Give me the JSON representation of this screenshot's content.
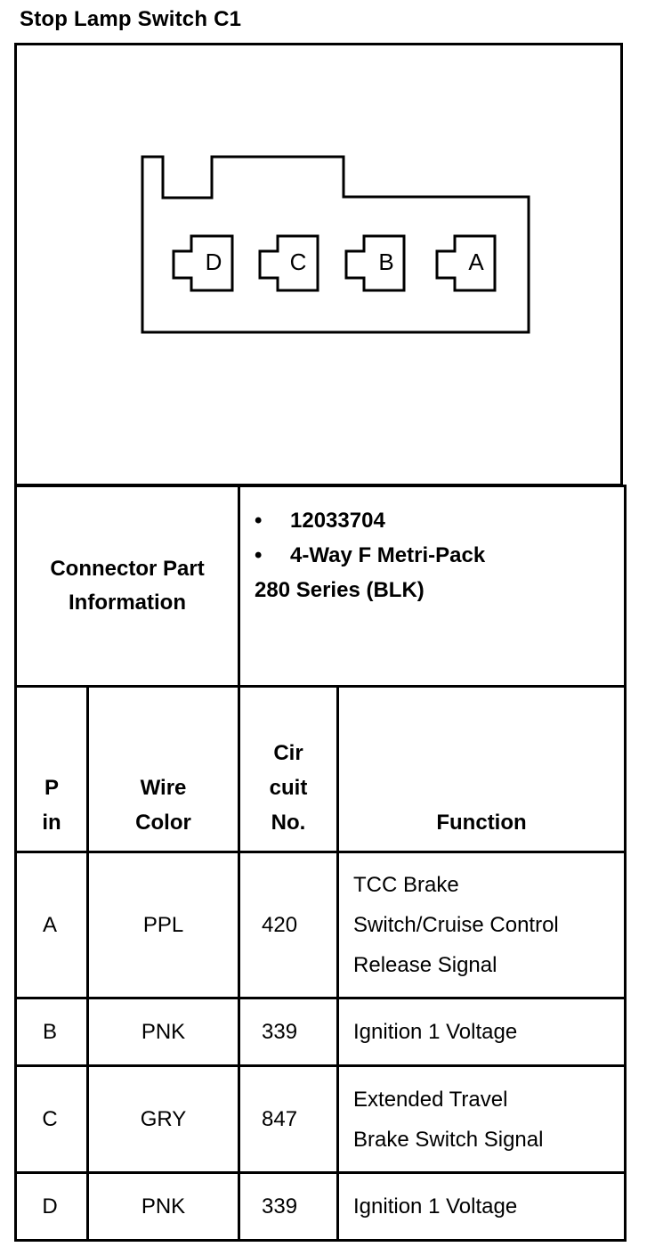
{
  "title": "Stop Lamp Switch C1",
  "connector": {
    "cavities": [
      "D",
      "C",
      "B",
      "A"
    ]
  },
  "part_info": {
    "label": "Connector Part Information",
    "label_line1": "Connector Part",
    "label_line2": "Information",
    "bullet": "•",
    "part_number": "12033704",
    "description": "4-Way F Metri-Pack",
    "series": "280 Series (BLK)"
  },
  "headers": {
    "pin_line1": "P",
    "pin_line2": "in",
    "wire_line1": "Wire",
    "wire_line2": "Color",
    "circuit_line1": "Cir",
    "circuit_line2": "cuit",
    "circuit_line3": "No.",
    "function": "Function"
  },
  "rows": [
    {
      "pin": "A",
      "wire_color": "PPL",
      "circuit": "420",
      "function_lines": [
        "TCC Brake",
        "Switch/Cruise Control",
        "Release Signal"
      ]
    },
    {
      "pin": "B",
      "wire_color": "PNK",
      "circuit": "339",
      "function_lines": [
        "Ignition 1 Voltage"
      ]
    },
    {
      "pin": "C",
      "wire_color": "GRY",
      "circuit": "847",
      "function_lines": [
        "Extended Travel",
        "Brake Switch Signal"
      ]
    },
    {
      "pin": "D",
      "wire_color": "PNK",
      "circuit": "339",
      "function_lines": [
        "Ignition 1 Voltage"
      ]
    }
  ]
}
